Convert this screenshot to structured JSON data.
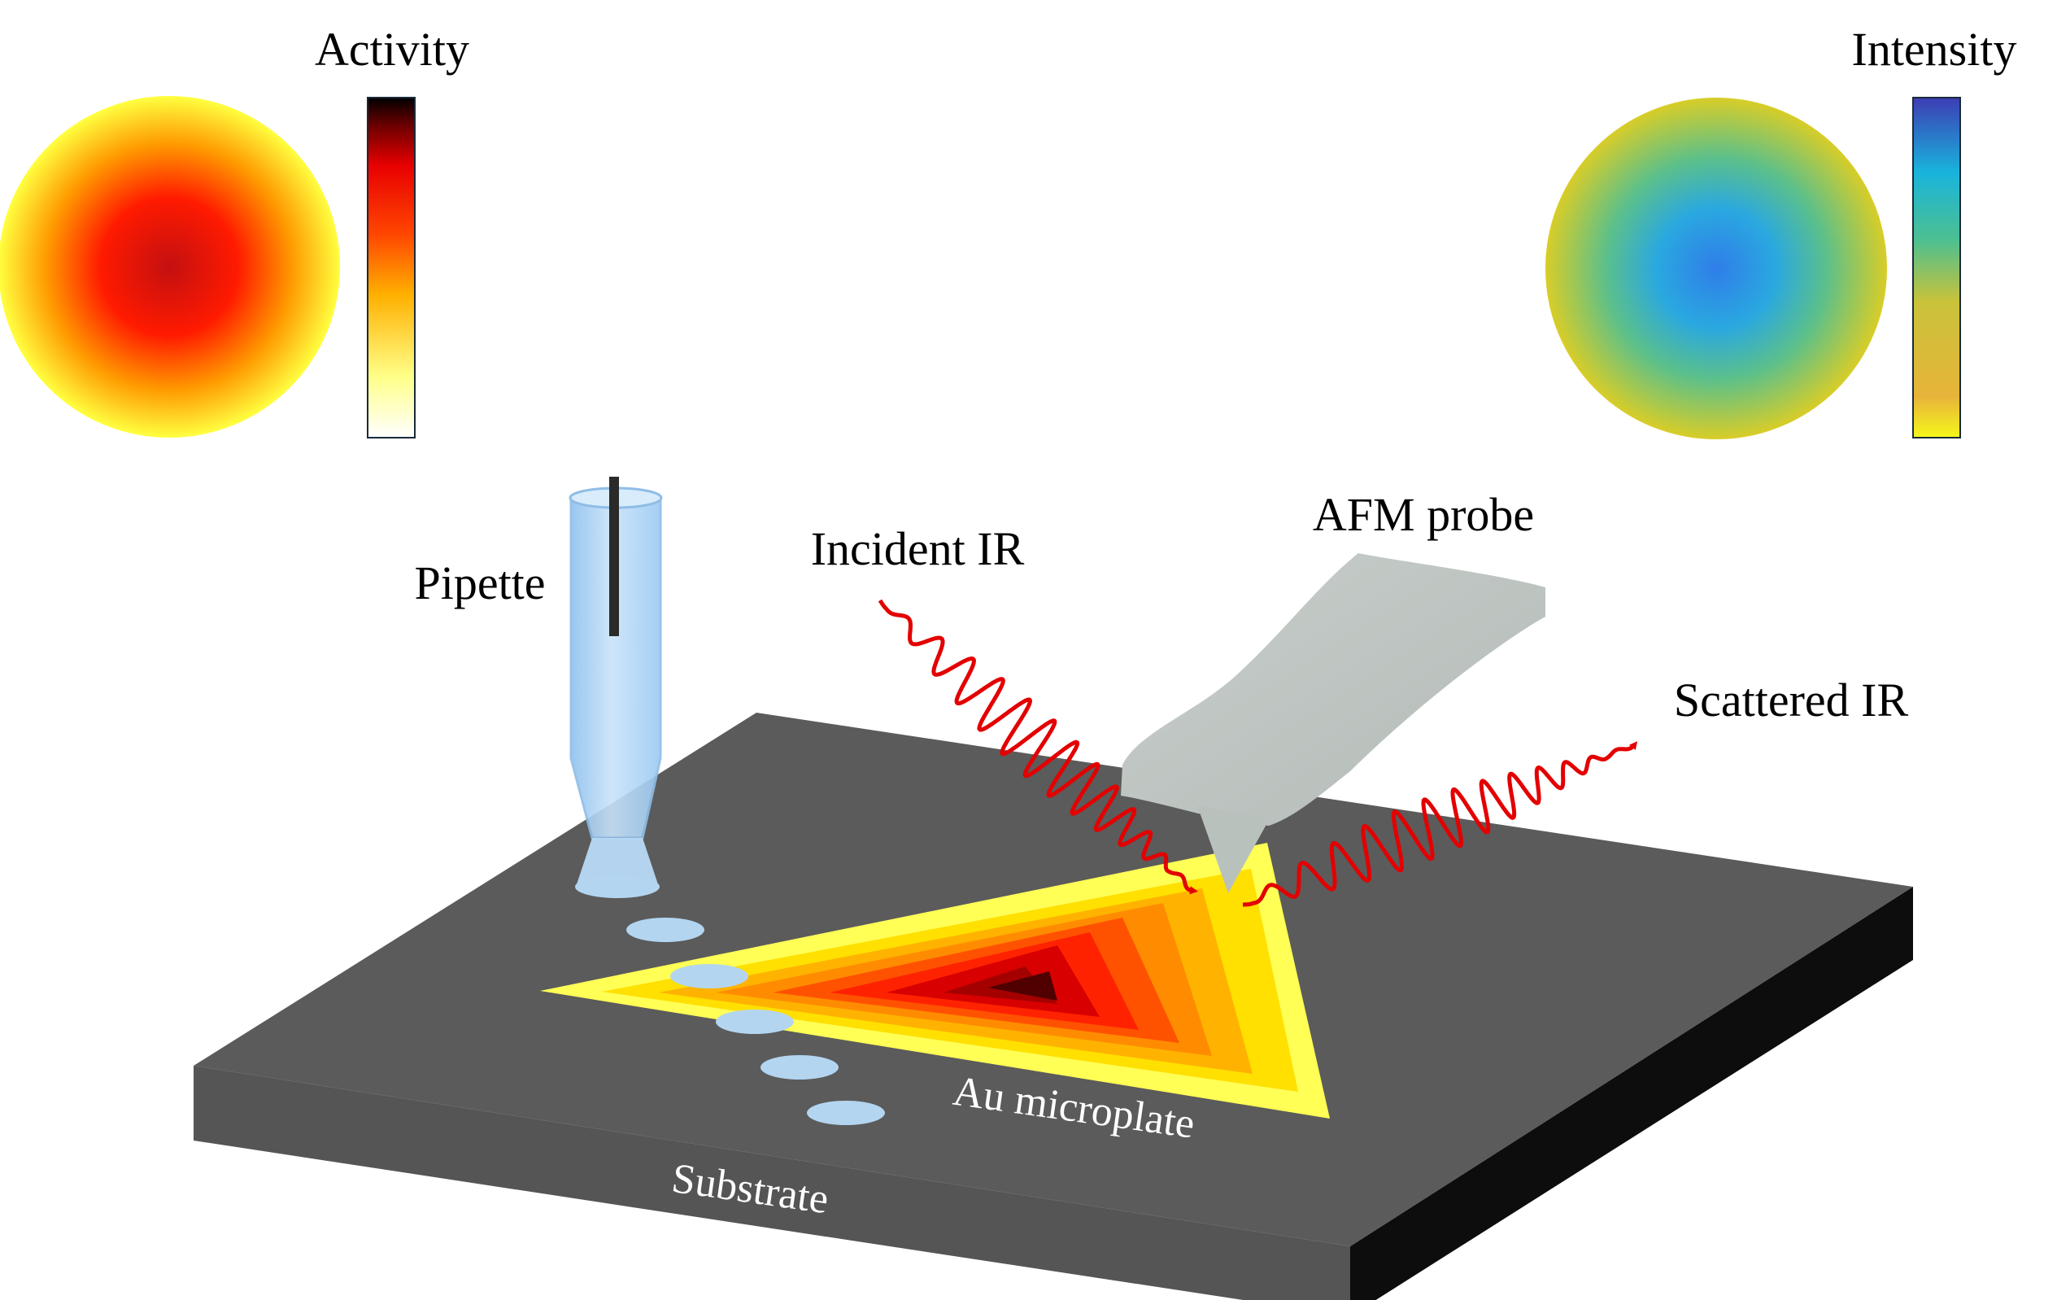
{
  "labels": {
    "activity": "Activity",
    "intensity": "Intensity",
    "pipette": "Pipette",
    "incident_ir": "Incident IR",
    "afm_probe": "AFM probe",
    "scattered_ir": "Scattered IR",
    "au_microplate": "Au microplate",
    "substrate": "Substrate"
  },
  "colors": {
    "substrate_top": "#5a5a5a",
    "substrate_side": "#111111",
    "ir_wave": "#e30000",
    "probe": "#bfc6c3",
    "pipette": "#a9cff2",
    "droplet": "#b3d5f0",
    "triangle_layers": [
      "#ffff55",
      "#ffe000",
      "#ffb000",
      "#ff7a00",
      "#ff3300",
      "#dd0000",
      "#a00000",
      "#550000"
    ],
    "activity_scale": [
      "#ffffff",
      "#ffffa0",
      "#ffd800",
      "#ff8c00",
      "#ff1a00",
      "#c80000",
      "#000000"
    ],
    "intensity_scale": [
      "#f7f71a",
      "#e4b73b",
      "#8cc96b",
      "#22b5d8",
      "#3f3fb8"
    ]
  }
}
